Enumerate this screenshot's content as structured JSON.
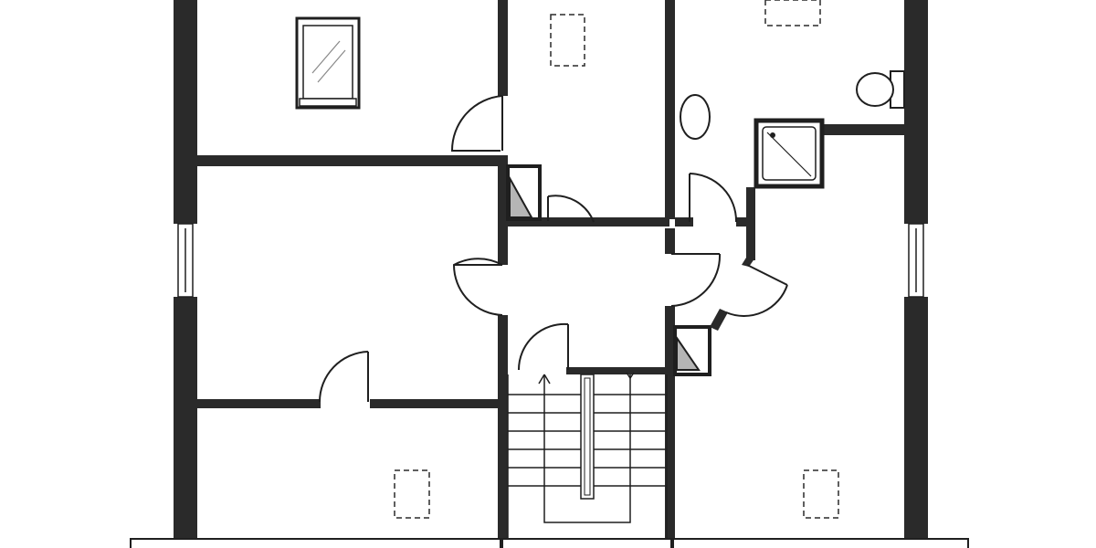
{
  "plan": {
    "rooms": [
      {
        "id": "bedroom-top-left",
        "has_window_roof": true
      },
      {
        "id": "room-top-center",
        "has_skylight": true
      },
      {
        "id": "bathroom",
        "fixtures": [
          "toilet",
          "shower",
          "sink"
        ]
      },
      {
        "id": "room-middle-left"
      },
      {
        "id": "hallway"
      },
      {
        "id": "room-bottom-left",
        "has_skylight": true
      },
      {
        "id": "room-right",
        "has_skylight": true
      },
      {
        "id": "stairwell"
      }
    ],
    "wall_color": "#2a2a2a",
    "shaft_color": "#b5b5b5",
    "background": "#ffffff"
  }
}
